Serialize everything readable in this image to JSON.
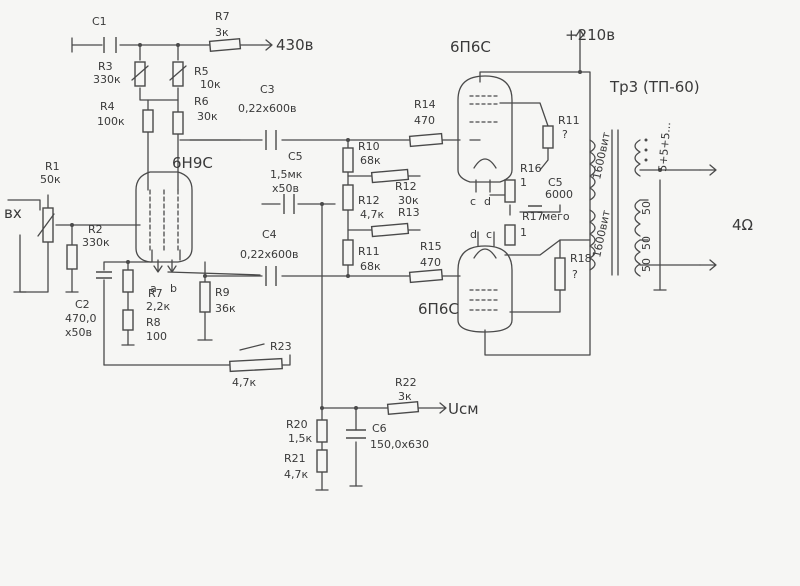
{
  "supply_voltages": {
    "plus_210": "+210в",
    "v430": "430в",
    "ucm": "Uсм"
  },
  "tubes": {
    "input": "6Н9С",
    "output_top": "6П6С",
    "output_bottom": "6П6С"
  },
  "transformer": {
    "name": "Tр3 (ТП-60)",
    "primary_top": "1600вит",
    "primary_bottom": "1600вит",
    "sec_taps": "5+5+5...",
    "sec_a": "50",
    "sec_b": "50",
    "sec_c": "50"
  },
  "output": {
    "label": "4Ω"
  },
  "input": {
    "label": "вх"
  },
  "pin_labels": {
    "a": "a",
    "b": "b",
    "c1": "c",
    "d1": "d",
    "c2": "c",
    "d2": "d"
  },
  "components": {
    "C1": {
      "ref": "C1"
    },
    "C2": {
      "ref": "C2",
      "value1": "470,0",
      "value2": "х50в"
    },
    "C3": {
      "ref": "C3",
      "value": "0,22х600в"
    },
    "C4": {
      "ref": "C4",
      "value": "0,22х600в"
    },
    "C5": {
      "ref": "C5",
      "value": "1,5мк",
      "value2": "х50в"
    },
    "C5b": {
      "ref": "C5",
      "value": "6000",
      "value2": "мего"
    },
    "C6": {
      "ref": "C6",
      "value": "150,0х630"
    },
    "R1": {
      "ref": "R1",
      "value": "50к"
    },
    "R2": {
      "ref": "R2",
      "value": "330к"
    },
    "R3": {
      "ref": "R3",
      "value": "330к"
    },
    "R4": {
      "ref": "R4",
      "value": "100к"
    },
    "R5": {
      "ref": "R5",
      "value": "10к"
    },
    "R6": {
      "ref": "R6",
      "value": "30к"
    },
    "R7": {
      "ref": "R7",
      "value": "3к"
    },
    "R7b": {
      "ref": "R7",
      "value": "2,2к"
    },
    "R8": {
      "ref": "R8",
      "value": "100"
    },
    "R9": {
      "ref": "R9",
      "value": "36к"
    },
    "R10": {
      "ref": "R10",
      "value": "68к"
    },
    "R11": {
      "ref": "R11",
      "value": "68к"
    },
    "R12": {
      "ref": "R12",
      "value": "4,7к"
    },
    "R12b": {
      "ref": "R12",
      "value": "30к"
    },
    "R13": {
      "ref": "R13"
    },
    "R14": {
      "ref": "R14",
      "value": "470"
    },
    "R15": {
      "ref": "R15",
      "value": "470"
    },
    "R16": {
      "ref": "R16",
      "value": "1"
    },
    "R17": {
      "ref": "R17",
      "value": "1"
    },
    "Rtop": {
      "ref": "R11",
      "value": "?"
    },
    "Rbot": {
      "ref": "R18",
      "value": "?"
    },
    "R20": {
      "ref": "R20",
      "value": "1,5к"
    },
    "R21": {
      "ref": "R21",
      "value": "4,7к"
    },
    "R22": {
      "ref": "R22",
      "value": "3к"
    },
    "R23": {
      "ref": "R23",
      "value": "4,7к"
    }
  }
}
